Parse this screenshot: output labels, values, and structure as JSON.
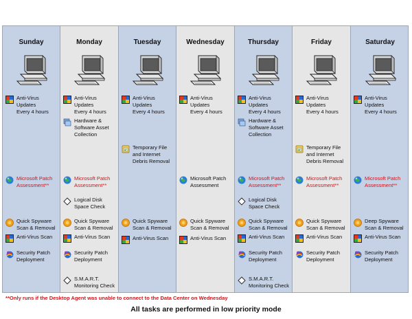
{
  "days": [
    {
      "name": "Sunday",
      "color": "blue",
      "tasks": [
        {
          "icon": "antivirus-icon",
          "label": "Anti-Virus Updates\nEvery 4 hours",
          "row": "r_av"
        },
        {
          "icon": "globe-icon",
          "label": "Microsoft Patch\nAssessment**",
          "red": true,
          "row": "r_patch"
        },
        {
          "icon": "spyware-icon",
          "label": "Quick Spyware\nScan & Removal",
          "row": "r_spy"
        },
        {
          "icon": "antivirus-icon",
          "label": "Anti-Virus Scan",
          "row": "r_avscan"
        },
        {
          "icon": "security-patch-icon",
          "label": "Security Patch\nDeployment",
          "row": "r_secpatch"
        }
      ]
    },
    {
      "name": "Monday",
      "color": "gray",
      "tasks": [
        {
          "icon": "antivirus-icon",
          "label": "Anti-Virus Updates\nEvery 4 hours",
          "row": "r_av"
        },
        {
          "icon": "hardware-icon",
          "label": "Hardware &\nSoftware Asset\nCollection",
          "row": "r_hw"
        },
        {
          "icon": "globe-icon",
          "label": "Microsoft Patch\nAssessment**",
          "red": true,
          "row": "r_patch"
        },
        {
          "icon": "disk-check-icon",
          "label": "Logical Disk\nSpace Check",
          "row": "r_disk"
        },
        {
          "icon": "spyware-icon",
          "label": "Quick Spyware\nScan & Removal",
          "row": "r_spy"
        },
        {
          "icon": "antivirus-icon",
          "label": "Anti-Virus Scan",
          "row": "r_avscan"
        },
        {
          "icon": "security-patch-icon",
          "label": "Security Patch\nDeployment",
          "row": "r_secpatch"
        },
        {
          "icon": "smart-check-icon",
          "label": "S.M.A.R.T.\nMonitoring Check",
          "row": "r_smart"
        }
      ]
    },
    {
      "name": "Tuesday",
      "color": "blue",
      "tasks": [
        {
          "icon": "antivirus-icon",
          "label": "Anti-Virus Updates\nEvery 4 hours",
          "row": "r_av"
        },
        {
          "icon": "temp-file-icon",
          "label": "Temporary File\nand Internet\nDebris Removal",
          "row": "r_temp"
        },
        {
          "icon": "spyware-icon",
          "label": "Quick Spyware\nScan & Removal",
          "row": "r_spy2"
        },
        {
          "icon": "antivirus-icon",
          "label": "Anti-Virus Scan",
          "row": "r_avscan2"
        }
      ]
    },
    {
      "name": "Wednesday",
      "color": "gray",
      "tasks": [
        {
          "icon": "antivirus-icon",
          "label": "Anti-Virus Updates\nEvery 4 hours",
          "row": "r_av"
        },
        {
          "icon": "globe-icon",
          "label": "Microsoft Patch\nAssessment",
          "row": "r_patch"
        },
        {
          "icon": "spyware-icon",
          "label": "Quick Spyware\nScan & Removal",
          "row": "r_spy2"
        },
        {
          "icon": "antivirus-icon",
          "label": "Anti-Virus Scan",
          "row": "r_avscan2"
        }
      ]
    },
    {
      "name": "Thursday",
      "color": "blue",
      "tasks": [
        {
          "icon": "antivirus-icon",
          "label": "Anti-Virus Updates\nEvery 4 hours",
          "row": "r_av"
        },
        {
          "icon": "hardware-icon",
          "label": "Hardware &\nSoftware Asset\nCollection",
          "row": "r_hw"
        },
        {
          "icon": "globe-icon",
          "label": "Microsoft Patch\nAssessment**",
          "red": true,
          "row": "r_patch"
        },
        {
          "icon": "disk-check-icon",
          "label": "Logical Disk\nSpace Check",
          "row": "r_disk"
        },
        {
          "icon": "spyware-icon",
          "label": "Quick Spyware\nScan & Removal",
          "row": "r_spy"
        },
        {
          "icon": "antivirus-icon",
          "label": "Anti-Virus Scan",
          "row": "r_avscan"
        },
        {
          "icon": "security-patch-icon",
          "label": "Security Patch\nDeployment",
          "row": "r_secpatch"
        },
        {
          "icon": "smart-check-icon",
          "label": "S.M.A.R.T.\nMonitoring Check",
          "row": "r_smart"
        }
      ]
    },
    {
      "name": "Friday",
      "color": "gray",
      "tasks": [
        {
          "icon": "antivirus-icon",
          "label": "Anti-Virus Updates\nEvery 4 hours",
          "row": "r_av"
        },
        {
          "icon": "temp-file-icon",
          "label": "Temporary File\nand Internet\nDebris Removal",
          "row": "r_temp"
        },
        {
          "icon": "globe-icon",
          "label": "Microsoft Patch\nAssessment**",
          "red": true,
          "row": "r_patch"
        },
        {
          "icon": "spyware-icon",
          "label": "Quick Spyware\nScan & Removal",
          "row": "r_spy"
        },
        {
          "icon": "antivirus-icon",
          "label": "Anti-Virus Scan",
          "row": "r_avscan"
        },
        {
          "icon": "security-patch-icon",
          "label": "Security Patch\nDeployment",
          "row": "r_secpatch"
        }
      ]
    },
    {
      "name": "Saturday",
      "color": "blue",
      "tasks": [
        {
          "icon": "antivirus-icon",
          "label": "Anti-Virus Updates\nEvery 4 hours",
          "row": "r_av"
        },
        {
          "icon": "globe-icon",
          "label": "Microsoft Patch\nAssessment**",
          "red": true,
          "row": "r_patch"
        },
        {
          "icon": "spyware-icon",
          "label": "Deep Spyware\nScan & Removal",
          "row": "r_spy"
        },
        {
          "icon": "antivirus-icon",
          "label": "Anti-Virus Scan",
          "row": "r_avscan"
        },
        {
          "icon": "security-patch-icon",
          "label": "Security Patch\nDeployment",
          "row": "r_secpatch"
        }
      ]
    }
  ],
  "footnote": "**Only runs if the Desktop Agent was unable to connect to the Data Center on Wednesday",
  "caption": "All tasks are performed in low priority mode",
  "colors": {
    "blue_column": "#c5d1e5",
    "gray_column": "#e6e6e6",
    "red_text": "#d0141b",
    "border": "#9aa6b6"
  }
}
